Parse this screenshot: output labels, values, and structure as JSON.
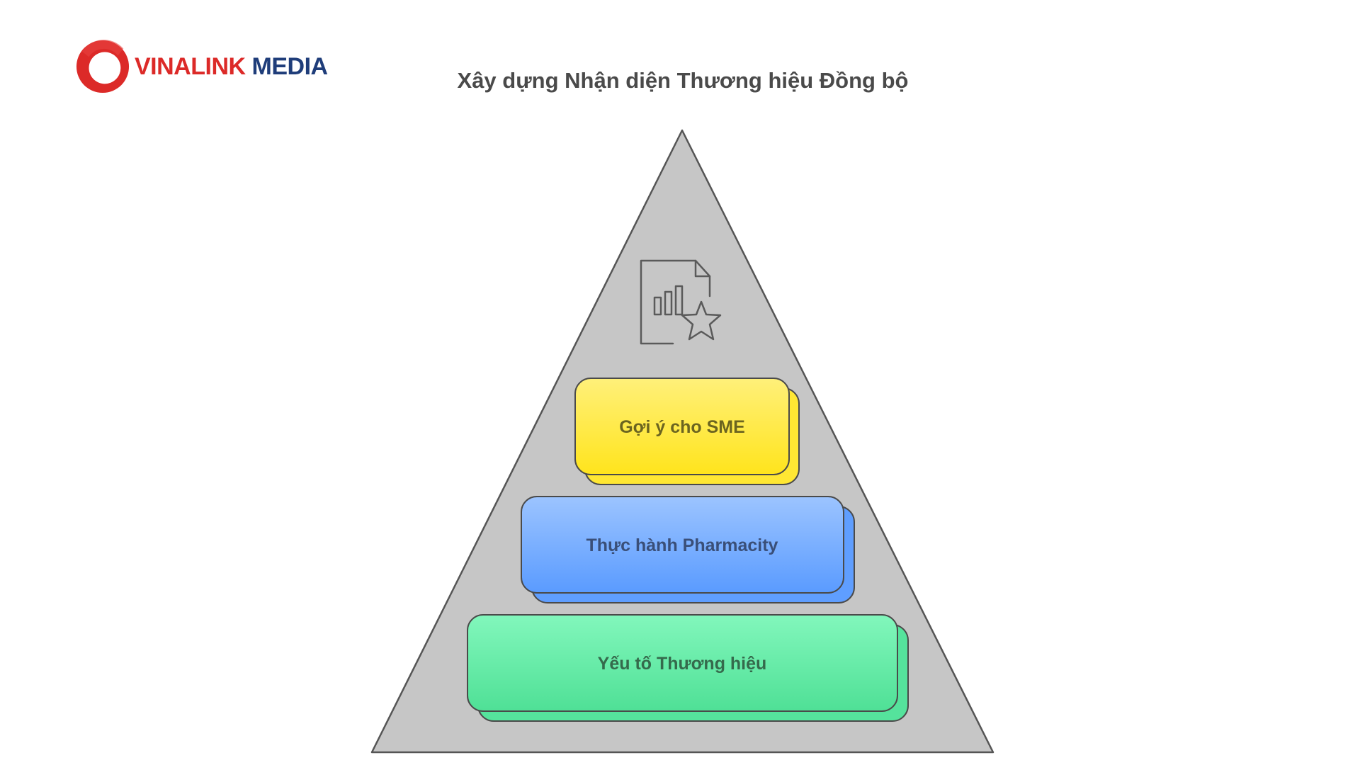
{
  "brand": {
    "name_part1": "VINALINK",
    "name_part2": "MEDIA",
    "logo_icon": "vinalink-ring-logo",
    "colors": {
      "red": "#dc2a28",
      "navy": "#1f3d7a"
    }
  },
  "diagram": {
    "title": "Xây dựng Nhận diện Thương hiệu Đồng bộ",
    "top_icon": "document-chart-star-icon",
    "triangle_color": "#c6c6c6",
    "layers": [
      {
        "label": "Gợi ý cho SME",
        "color": "#ffe733",
        "text_color": "#6b6420"
      },
      {
        "label": "Thực hành Pharmacity",
        "color": "#6aa6ff",
        "text_color": "#3a4f78"
      },
      {
        "label": "Yếu tố Thương hiệu",
        "color": "#5ee8a2",
        "text_color": "#356a4c"
      }
    ]
  }
}
